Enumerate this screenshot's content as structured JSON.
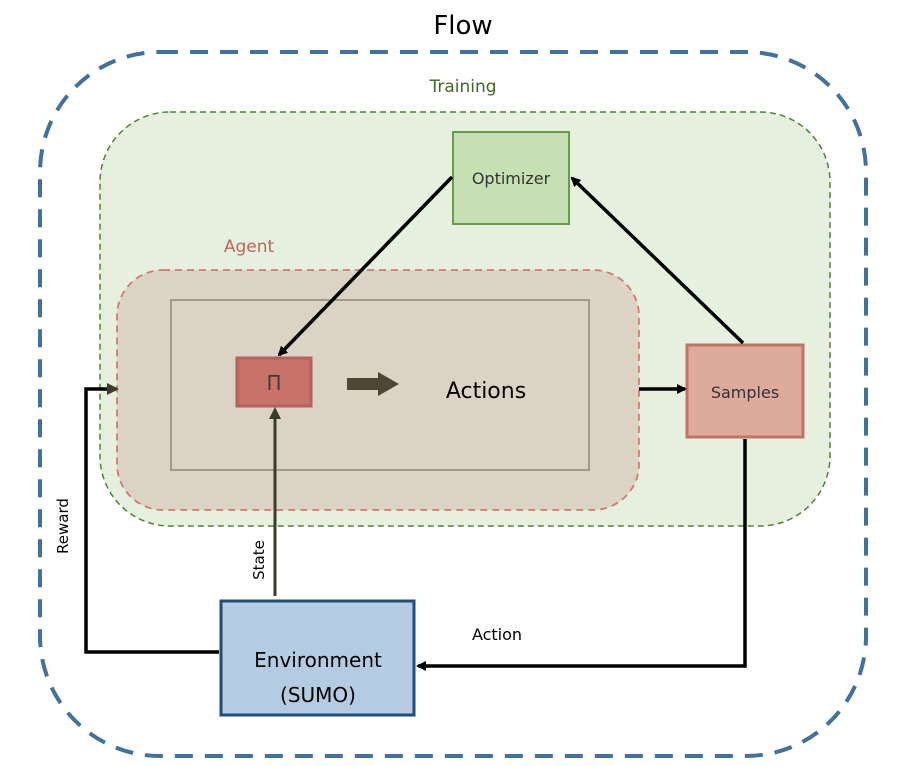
{
  "title": "Flow",
  "groups": {
    "flow": {
      "label": "Flow",
      "color": "#41719c"
    },
    "training": {
      "label": "Training",
      "color": "#538135",
      "fill": "#e6f0df"
    },
    "agent": {
      "label": "Agent",
      "color": "#d47a70",
      "fill": "#dbd3c3"
    }
  },
  "nodes": {
    "optimizer": {
      "label": "Optimizer",
      "fill": "#c6e0b4",
      "stroke": "#6b9a4a"
    },
    "policy": {
      "label": "Π",
      "fill": "#c8736a",
      "stroke": "#b4625a"
    },
    "actions": {
      "label": "Actions"
    },
    "samples": {
      "label": "Samples",
      "fill": "#ddaa9c",
      "stroke": "#c07468"
    },
    "environment": {
      "label_line1": "Environment",
      "label_line2": "(SUMO)",
      "fill": "#b4cce2",
      "stroke": "#1f4e79"
    }
  },
  "edges": {
    "state": {
      "label": "State"
    },
    "reward": {
      "label": "Reward"
    },
    "action": {
      "label": "Action"
    }
  }
}
